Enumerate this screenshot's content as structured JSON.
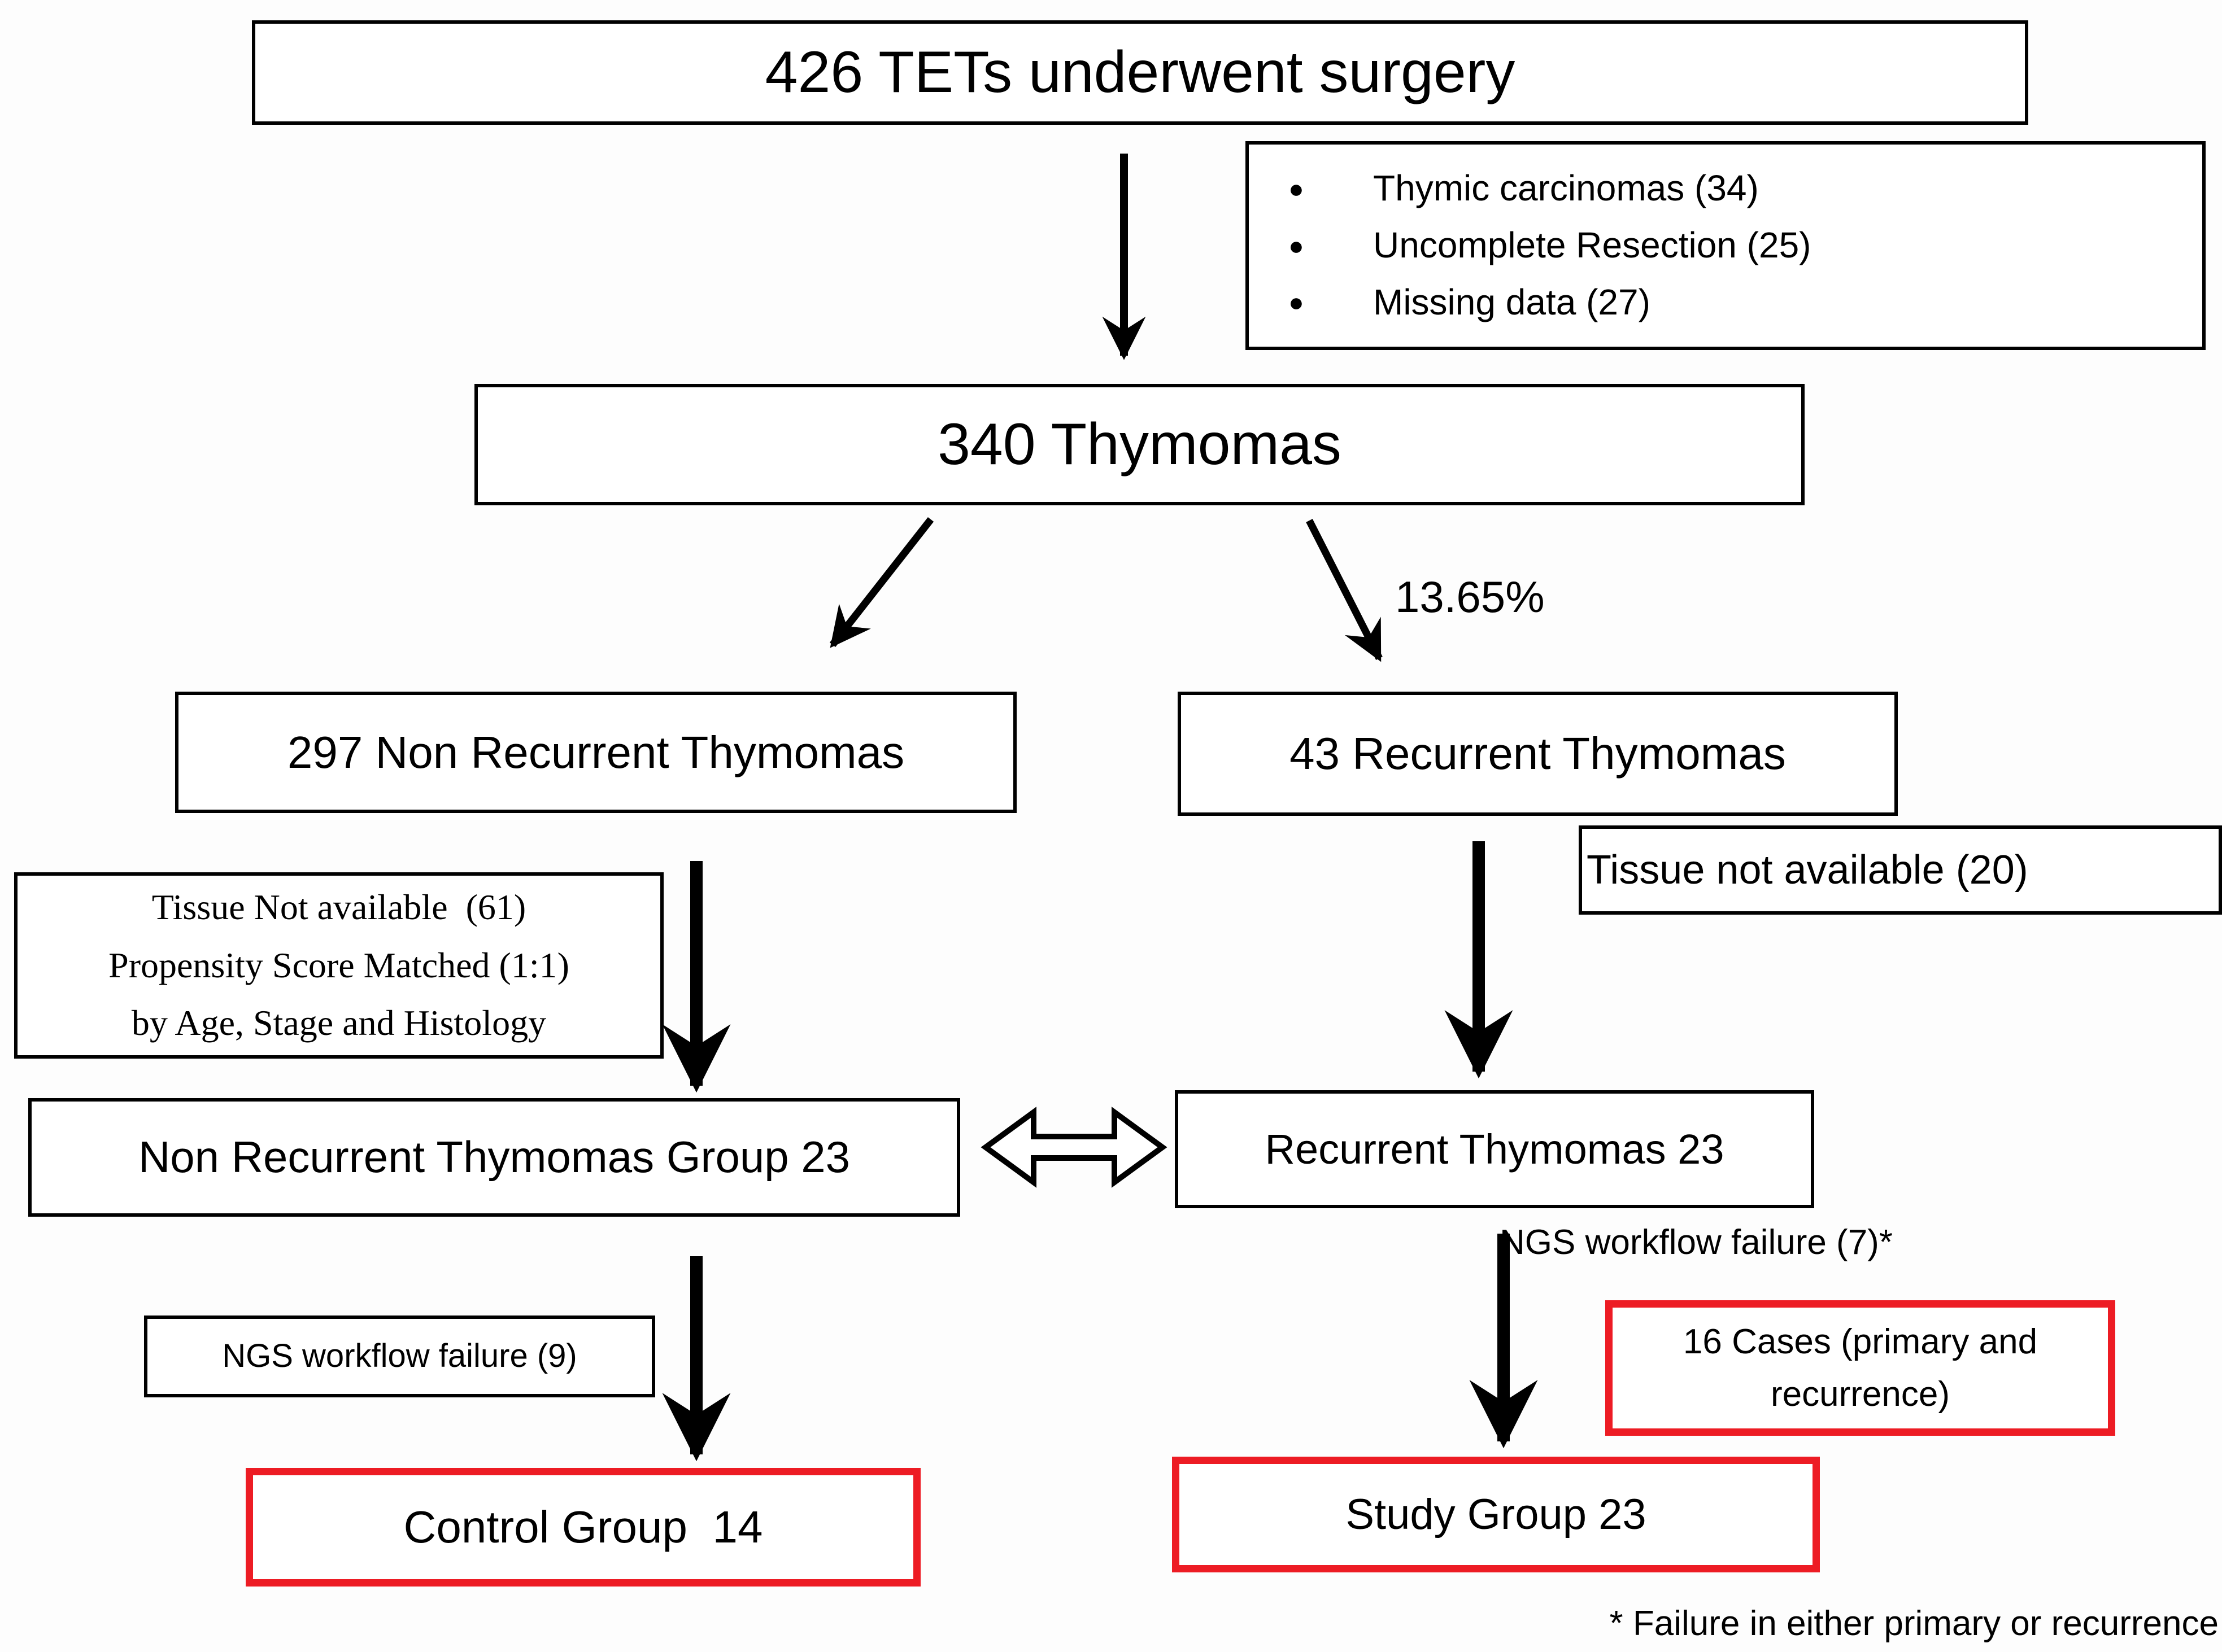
{
  "colors": {
    "red": "#ed1c24",
    "black": "#000000",
    "background": "#ffffff"
  },
  "flowchart": {
    "top_box": {
      "label": "426 TETs underwent surgery"
    },
    "exclusion_box": {
      "items": [
        "Thymic carcinomas (34)",
        "Uncomplete Resection (25)",
        "Missing data (27)"
      ]
    },
    "thymomas_box": {
      "label": "340 Thymomas"
    },
    "recurrence_rate_label": "13.65%",
    "non_recurrent_box": {
      "label": "297 Non Recurrent Thymomas"
    },
    "recurrent_box": {
      "label": "43 Recurrent Thymomas"
    },
    "matching_box": {
      "lines": [
        "Tissue Not available  (61)",
        "Propensity Score Matched (1:1)",
        "by Age, Stage and Histology"
      ]
    },
    "tissue_unavailable_box": {
      "label": "Tissue not available (20)"
    },
    "non_recurrent_group_box": {
      "label": "Non Recurrent Thymomas Group 23"
    },
    "recurrent_group_box": {
      "label": "Recurrent Thymomas 23"
    },
    "ngs_failure_control_box": {
      "label": "NGS workflow failure (9)"
    },
    "ngs_failure_study_label": "NGS workflow failure (7)*",
    "cases_box": {
      "label": "16 Cases (primary and recurrence)"
    },
    "control_group_box": {
      "label": "Control Group  14"
    },
    "study_group_box": {
      "label": "Study Group 23"
    },
    "footnote": "* Failure in either primary or recurrence"
  }
}
